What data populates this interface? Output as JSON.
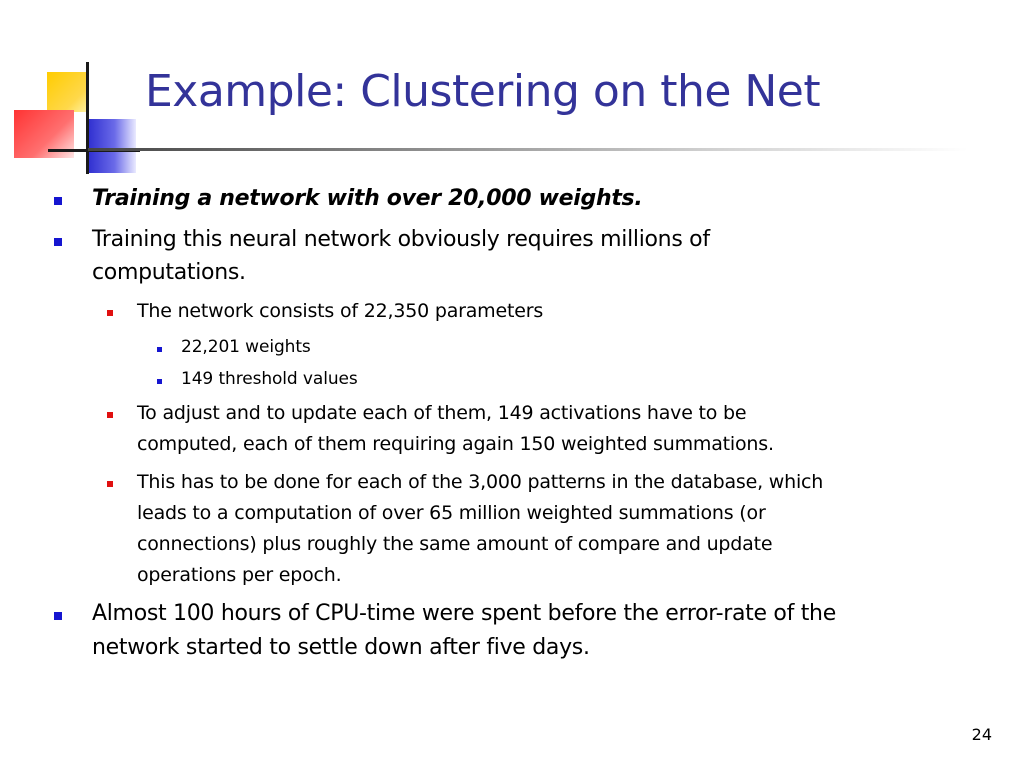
{
  "slide": {
    "title": "Example: Clustering on the Net",
    "page_number": "24",
    "colors": {
      "title": "#333399",
      "bullet_level1": "#1515d0",
      "bullet_level2": "#e01010",
      "bullet_level3": "#1515d0"
    },
    "bullets": {
      "b1": "Training a network with over 20,000 weights.",
      "b2_line1": "Training this neural network obviously requires millions of",
      "b2_line2": "computations.",
      "b2_1": "The network consists of 22,350 parameters",
      "b2_1_1": "22,201 weights",
      "b2_1_2": "149 threshold values",
      "b2_2_line1": "To adjust and to update each of them, 149 activations have to be",
      "b2_2_line2": "computed, each of them requiring again 150 weighted summations.",
      "b2_3_line1": "This has to be done for each of the 3,000 patterns in the database, which",
      "b2_3_line2": "leads to a computation of over 65 million weighted summations (or",
      "b2_3_line3": "connections) plus roughly the same amount of compare and update",
      "b2_3_line4": "operations per epoch.",
      "b3_line1": "Almost 100 hours of CPU-time were spent before the error-rate of the",
      "b3_line2": "network started to settle down after five days."
    }
  }
}
